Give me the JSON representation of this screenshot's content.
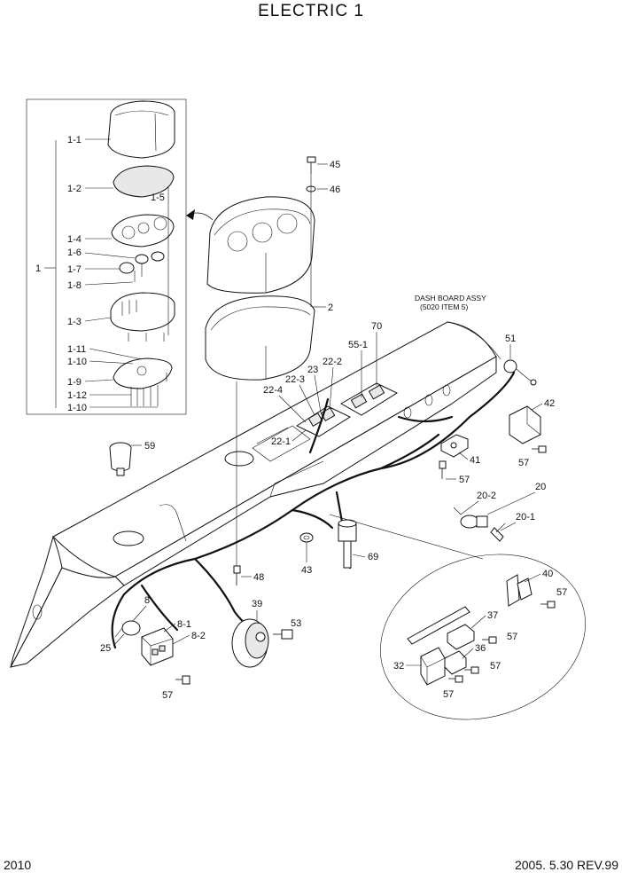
{
  "title": "ELECTRIC  1",
  "page_number": "2010",
  "revision": "2005. 5.30 REV.99",
  "dash_board_note": {
    "line1": "DASH BOARD ASSY",
    "line2": "(5020 ITEM 5)"
  },
  "labels": {
    "p1": "1",
    "p1_1": "1-1",
    "p1_2": "1-2",
    "p1_3": "1-3",
    "p1_4": "1-4",
    "p1_5": "1-5",
    "p1_6": "1-6",
    "p1_7": "1-7",
    "p1_8": "1-8",
    "p1_9": "1-9",
    "p1_10a": "1-10",
    "p1_10b": "1-10",
    "p1_11": "1-11",
    "p1_12": "1-12",
    "p2": "2",
    "p8": "8",
    "p8_1": "8-1",
    "p8_2": "8-2",
    "p20": "20",
    "p20_1": "20-1",
    "p20_2": "20-2",
    "p22_1": "22-1",
    "p22_2": "22-2",
    "p22_3": "22-3",
    "p22_4": "22-4",
    "p23": "23",
    "p25": "25",
    "p32": "32",
    "p36": "36",
    "p37": "37",
    "p39": "39",
    "p40": "40",
    "p41": "41",
    "p42": "42",
    "p43": "43",
    "p45": "45",
    "p46": "46",
    "p48": "48",
    "p51": "51",
    "p53": "53",
    "p55_1": "55-1",
    "p57a": "57",
    "p57b": "57",
    "p57c": "57",
    "p57d": "57",
    "p57e": "57",
    "p57f": "57",
    "p57g": "57",
    "p59": "59",
    "p69": "69",
    "p70": "70"
  }
}
